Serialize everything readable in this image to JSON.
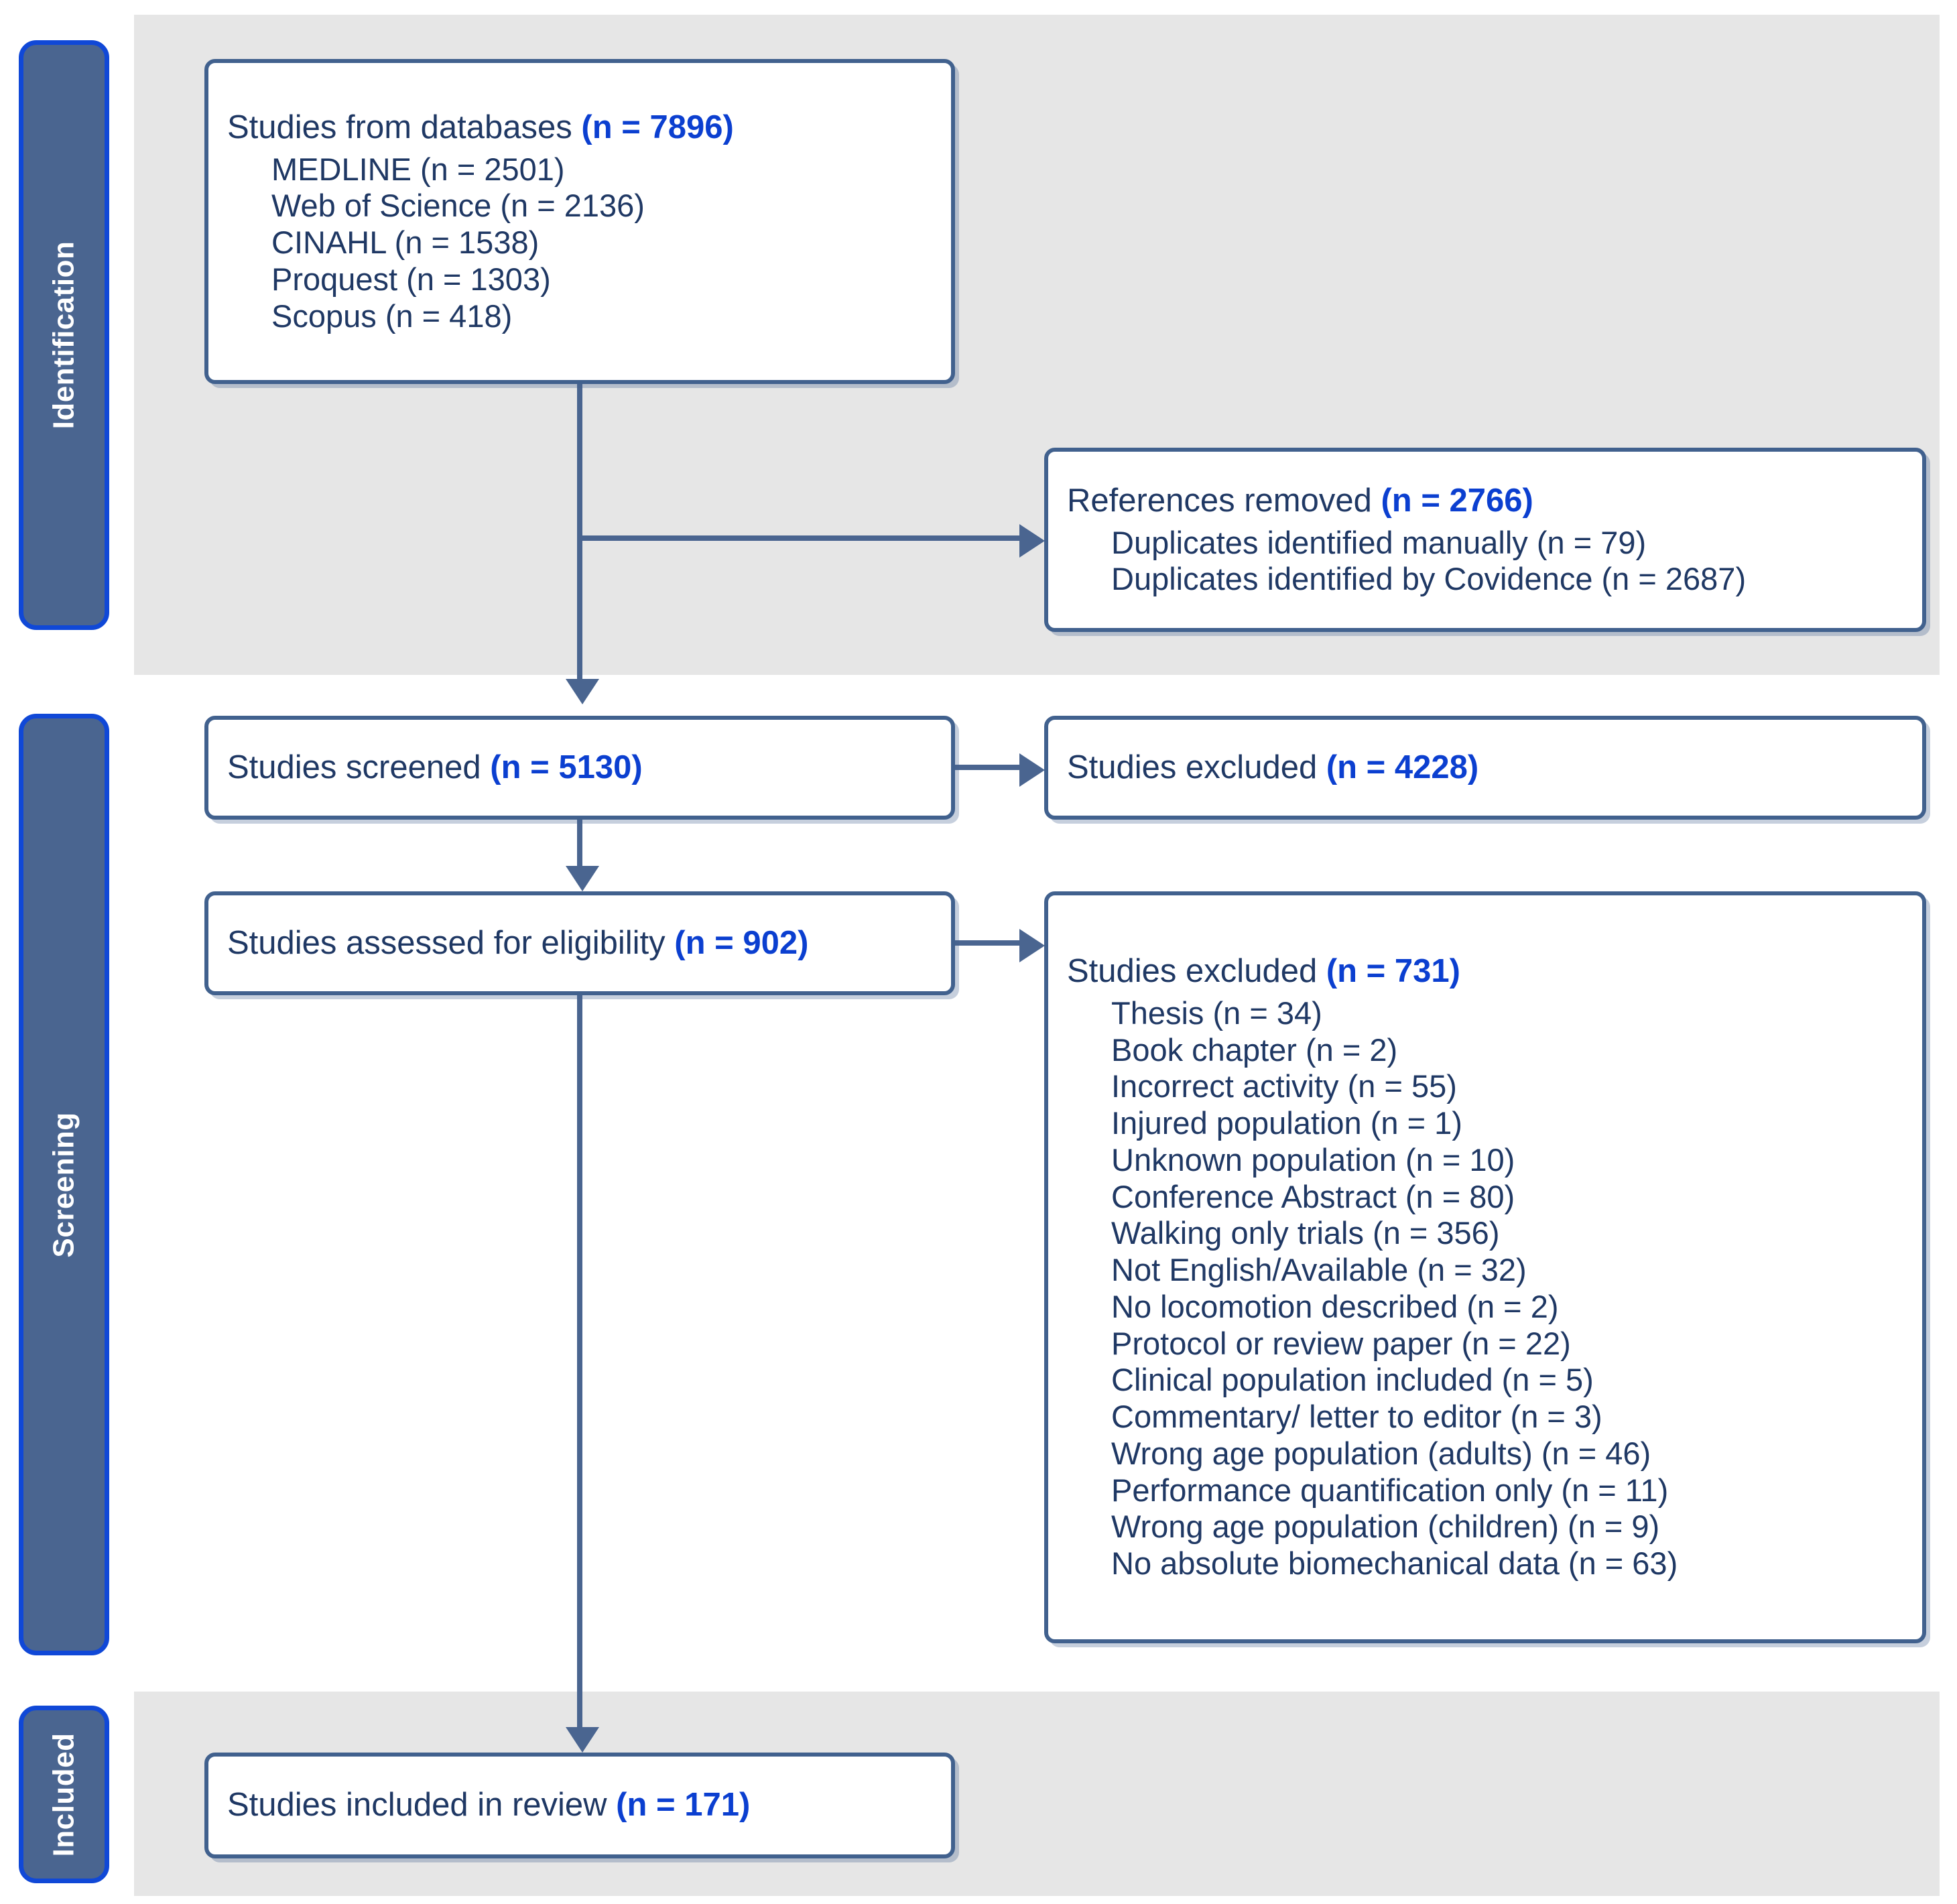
{
  "colors": {
    "band_background": "#e6e6e6",
    "stage_pill_fill": "#4a6590",
    "stage_pill_border": "#1048d7",
    "box_border": "#41618e",
    "text_primary": "#1f3864",
    "text_count": "#0b3fd0",
    "connector": "#4a6590"
  },
  "stages": [
    {
      "id": "identification",
      "label": "Identification"
    },
    {
      "id": "screening",
      "label": "Screening"
    },
    {
      "id": "included",
      "label": "Included"
    }
  ],
  "boxes": {
    "databases": {
      "title_text": "Studies from databases ",
      "title_count": "(n = 7896)",
      "items": [
        "MEDLINE (n = 2501)",
        "Web of Science (n = 2136)",
        "CINAHL (n = 1538)",
        "Proquest (n = 1303)",
        "Scopus (n = 418)"
      ]
    },
    "references_removed": {
      "title_text": "References removed ",
      "title_count": "(n = 2766)",
      "items": [
        "Duplicates identified manually (n = 79)",
        "Duplicates identified by Covidence (n = 2687)"
      ]
    },
    "screened": {
      "title_text": "Studies screened ",
      "title_count": "(n = 5130)"
    },
    "excluded_screening": {
      "title_text": "Studies excluded ",
      "title_count": "(n = 4228)"
    },
    "eligibility": {
      "title_text": "Studies assessed for eligibility ",
      "title_count": "(n = 902)"
    },
    "excluded_eligibility": {
      "title_text": "Studies excluded ",
      "title_count": "(n = 731)",
      "items": [
        "Thesis (n = 34)",
        "Book chapter (n = 2)",
        "Incorrect activity (n = 55)",
        "Injured population (n = 1)",
        "Unknown population (n = 10)",
        "Conference Abstract (n = 80)",
        "Walking only trials (n = 356)",
        "Not English/Available (n = 32)",
        "No locomotion described (n = 2)",
        "Protocol or review paper (n = 22)",
        "Clinical population included (n = 5)",
        "Commentary/ letter to editor (n = 3)",
        "Wrong age population (adults) (n = 46)",
        "Performance quantification only (n = 11)",
        "Wrong age population (children) (n = 9)",
        "No absolute biomechanical data (n = 63)"
      ]
    },
    "included": {
      "title_text": "Studies included in review ",
      "title_count": "(n = 171)"
    }
  }
}
